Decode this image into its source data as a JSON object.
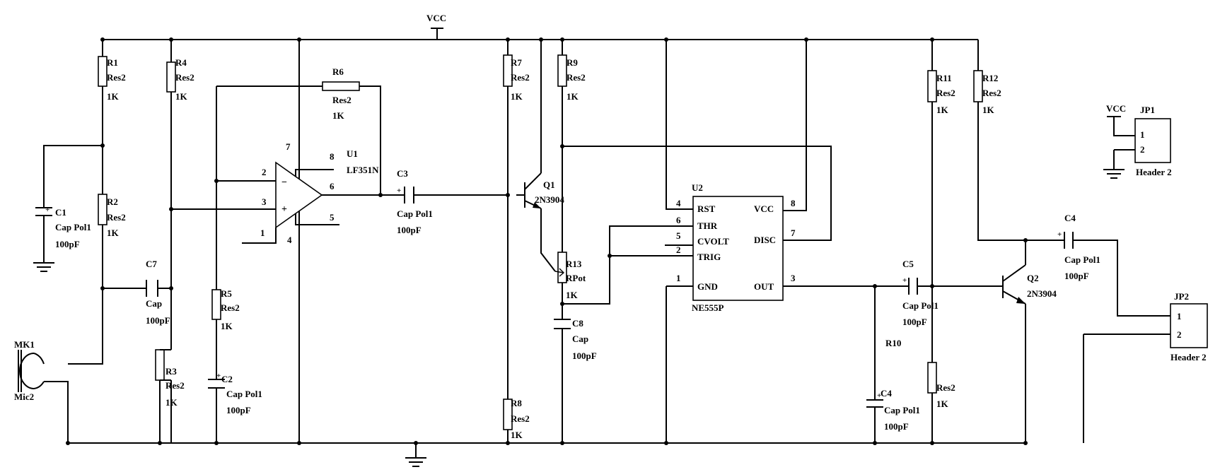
{
  "nets": {
    "vcc_top": "VCC",
    "vcc_jp1": "VCC"
  },
  "resistors": [
    {
      "id": "r1",
      "ref": "R1",
      "type": "Res2",
      "value": "1K"
    },
    {
      "id": "r2",
      "ref": "R2",
      "type": "Res2",
      "value": "1K"
    },
    {
      "id": "r4",
      "ref": "R4",
      "type": "Res2",
      "value": "1K"
    },
    {
      "id": "r3",
      "ref": "R3",
      "type": "Res2",
      "value": "1K"
    },
    {
      "id": "r5",
      "ref": "R5",
      "type": "Res2",
      "value": "1K"
    },
    {
      "id": "r6",
      "ref": "R6",
      "type": "Res2",
      "value": "1K"
    },
    {
      "id": "r7",
      "ref": "R7",
      "type": "Res2",
      "value": "1K"
    },
    {
      "id": "r8",
      "ref": "R8",
      "type": "Res2",
      "value": "1K"
    },
    {
      "id": "r9",
      "ref": "R9",
      "type": "Res2",
      "value": "1K"
    },
    {
      "id": "r11",
      "ref": "R11",
      "type": "Res2",
      "value": "1K"
    },
    {
      "id": "r12",
      "ref": "R12",
      "type": "Res2",
      "value": "1K"
    },
    {
      "id": "r10",
      "ref": "R10",
      "type": "Res2",
      "value": "1K"
    }
  ],
  "pot": {
    "ref": "R13",
    "type": "RPot",
    "value": "1K"
  },
  "capacitors": [
    {
      "id": "c1",
      "ref": "C1",
      "type": "Cap Pol1",
      "value": "100pF"
    },
    {
      "id": "c7",
      "ref": "C7",
      "type": "Cap",
      "value": "100pF"
    },
    {
      "id": "c2",
      "ref": "C2",
      "type": "Cap Pol1",
      "value": "100pF"
    },
    {
      "id": "c3",
      "ref": "C3",
      "type": "Cap Pol1",
      "value": "100pF"
    },
    {
      "id": "c8",
      "ref": "C8",
      "type": "Cap",
      "value": "100pF"
    },
    {
      "id": "c5",
      "ref": "C5",
      "type": "Cap Pol1",
      "value": "100pF"
    },
    {
      "id": "c4b",
      "ref": "C4",
      "type": "Cap Pol1",
      "value": "100pF"
    },
    {
      "id": "c4a",
      "ref": "C4",
      "type": "Cap Pol1",
      "value": "100pF"
    }
  ],
  "transistors": [
    {
      "id": "q1",
      "ref": "Q1",
      "type": "2N3904"
    },
    {
      "id": "q2",
      "ref": "Q2",
      "type": "2N3904"
    }
  ],
  "opamp": {
    "ref": "U1",
    "part": "LF351N",
    "pins": {
      "p2": "2",
      "p3": "3",
      "p6": "6",
      "p7": "7",
      "p4": "4",
      "p8": "8",
      "p5": "5",
      "p1": "1"
    }
  },
  "timer": {
    "ref": "U2",
    "part": "NE555P",
    "pins_left": [
      {
        "num": "4",
        "name": "RST"
      },
      {
        "num": "6",
        "name": "THR"
      },
      {
        "num": "5",
        "name": "CVOLT"
      },
      {
        "num": "2",
        "name": "TRIG"
      },
      {
        "num": "1",
        "name": "GND"
      }
    ],
    "pins_right": [
      {
        "num": "8",
        "name": "VCC"
      },
      {
        "num": "7",
        "name": "DISC"
      },
      {
        "num": "3",
        "name": "OUT"
      }
    ]
  },
  "mic": {
    "ref": "MK1",
    "type": "Mic2"
  },
  "headers": [
    {
      "id": "jp1",
      "ref": "JP1",
      "type": "Header 2",
      "pin1": "1",
      "pin2": "2"
    },
    {
      "id": "jp2",
      "ref": "JP2",
      "type": "Header 2",
      "pin1": "1",
      "pin2": "2"
    }
  ]
}
